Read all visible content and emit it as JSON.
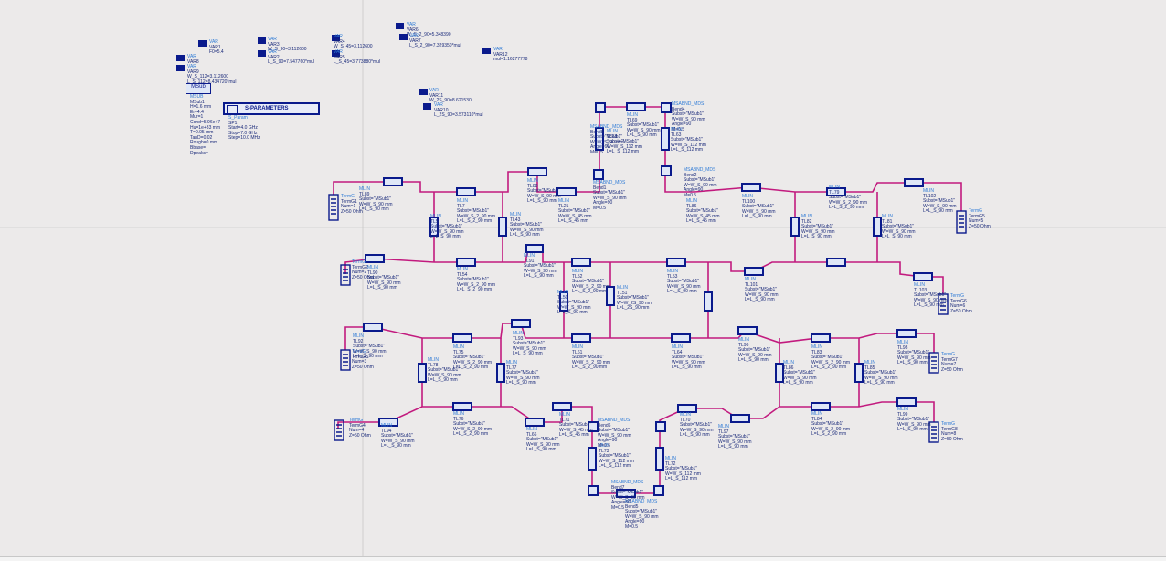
{
  "schematic": {
    "msub_tag": "MSub",
    "sparam_tag": "S-PARAMETERS"
  },
  "vars": [
    {
      "id": "VAR",
      "name": "VAR1",
      "lines": [
        "F0=5.4"
      ]
    },
    {
      "id": "VAR",
      "name": "VAR8",
      "lines": []
    },
    {
      "id": "VAR",
      "name": "VAR9",
      "lines": [
        "W_S_112=3.112600",
        "L_S_112=8.434720*mul"
      ]
    },
    {
      "id": "VAR",
      "name": "VAR3",
      "lines": [
        "W_S_90=3.112600"
      ]
    },
    {
      "id": "VAR",
      "name": "VAR2",
      "lines": [
        "L_S_90=7.547760*mul"
      ]
    },
    {
      "id": "VAR",
      "name": "VAR4",
      "lines": [
        "W_S_45=3.112600"
      ]
    },
    {
      "id": "VAR",
      "name": "VAR5",
      "lines": [
        "L_S_45=3.773880*mul"
      ]
    },
    {
      "id": "VAR",
      "name": "VAR6",
      "lines": [
        "W_S_2_90=5.348390"
      ]
    },
    {
      "id": "VAR",
      "name": "VAR7",
      "lines": [
        "L_S_2_90=7.329350*mul"
      ]
    },
    {
      "id": "VAR",
      "name": "VAR12",
      "lines": [
        "mul=1.16277778"
      ]
    },
    {
      "id": "VAR",
      "name": "VAR11",
      "lines": [
        "W_2S_90=8.621530"
      ]
    },
    {
      "id": "VAR",
      "name": "VAR10",
      "lines": [
        "L_2S_90=3.573110*mul"
      ]
    }
  ],
  "msub": {
    "t": "MSUB",
    "name": "MSub1",
    "lines": [
      "H=1.6 mm",
      "Er=4.4",
      "Mur=1",
      "Cond=5.96e+7",
      "Hu=1e+33 mm",
      "T=0.05 mm",
      "TanD=0.02",
      "Rough=0 mm",
      "Bbase=",
      "Dpeaks="
    ]
  },
  "sparam": {
    "t": "S_Param",
    "name": "SP1",
    "lines": [
      "Start=4.0 GHz",
      "Stop=7.0 GHz",
      "Step=10.0 MHz"
    ]
  },
  "lines_std": [
    "Subst=\"MSub1\"",
    "W=W_S_90 mm",
    "L=L_S_90 mm"
  ],
  "lines_2": [
    "Subst=\"MSub1\"",
    "W=W_S_2_90 mm",
    "L=L_S_2_90 mm"
  ],
  "lines_45": [
    "Subst=\"MSub1\"",
    "W=W_S_45 mm",
    "L=L_S_45 mm"
  ],
  "lines_112": [
    "Subst=\"MSub1\"",
    "W=W_S_112 mm",
    "L=L_S_112 mm"
  ],
  "lines_bend": [
    "Subst=\"MSub1\"",
    "W=W_S_90 mm",
    "Angle=90",
    "M=0.5"
  ],
  "lines_2s": [
    "Subst=\"MSub1\"",
    "W=W_2S_90 mm",
    "L=L_2S_90 mm"
  ],
  "terms": [
    {
      "name": "TermG1",
      "lines": [
        "Num=1",
        "Z=50 Ohm"
      ]
    },
    {
      "name": "TermG2",
      "lines": [
        "Num=2",
        "Z=50 Ohm"
      ]
    },
    {
      "name": "TermG3",
      "lines": [
        "Num=3",
        "Z=50 Ohm"
      ]
    },
    {
      "name": "TermG4",
      "lines": [
        "Num=4",
        "Z=50 Ohm"
      ]
    },
    {
      "name": "TermG5",
      "lines": [
        "Num=5",
        "Z=50 Ohm"
      ]
    },
    {
      "name": "TermG6",
      "lines": [
        "Num=6",
        "Z=50 Ohm"
      ]
    },
    {
      "name": "TermG7",
      "lines": [
        "Num=7",
        "Z=50 Ohm"
      ]
    },
    {
      "name": "TermG8",
      "lines": [
        "Num=8",
        "Z=50 Ohm"
      ]
    }
  ],
  "tl_names": [
    "TL89",
    "TL7",
    "TL5",
    "TL43",
    "TL88",
    "TL21",
    "TL90",
    "TL54",
    "TL91",
    "TL52",
    "TL50",
    "TL51",
    "TL53",
    "TL101",
    "TL100",
    "TL86",
    "TL82",
    "TL79",
    "TL81",
    "TL102",
    "TL103",
    "TL92",
    "TL75",
    "TL78",
    "TL93",
    "TL77",
    "TL61",
    "TL64",
    "TL96",
    "TL83",
    "TL86",
    "TL85",
    "TL98",
    "TL94",
    "TL76",
    "TL69",
    "TL70",
    "TL71",
    "TL97",
    "TL84",
    "TL99",
    "TL73",
    "TL72",
    "TL66",
    "TL68",
    "TL63"
  ],
  "bends": [
    "Bend1",
    "Bend2",
    "Bend4",
    "Bend5",
    "Bend6",
    "Bend7",
    "Bend8"
  ],
  "colors": {
    "wire": "#c21a7e",
    "comp": "#0a1a8c",
    "label": "#1a2a7a",
    "type": "#2f7bd6",
    "bg": "#eceaea"
  }
}
